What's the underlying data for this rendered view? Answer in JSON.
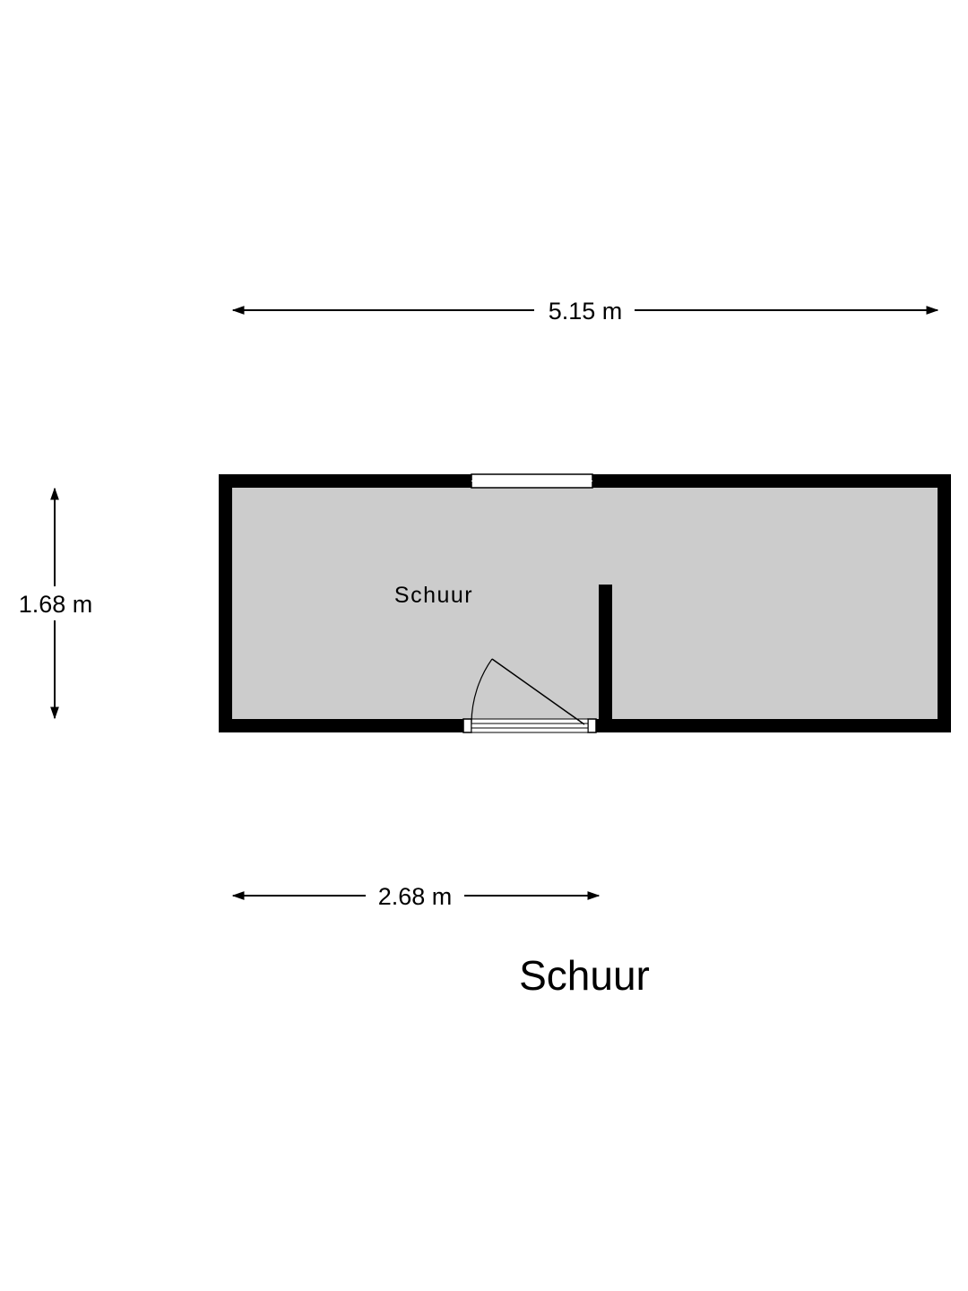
{
  "floor": {
    "title": "Schuur"
  },
  "room": {
    "label": "Schuur"
  },
  "dimensions": {
    "total_width": "5.15 m",
    "height": "1.68 m",
    "partial_width": "2.68 m"
  },
  "colors": {
    "wall": "#000000",
    "floor": "#cccccc",
    "background": "#ffffff"
  }
}
